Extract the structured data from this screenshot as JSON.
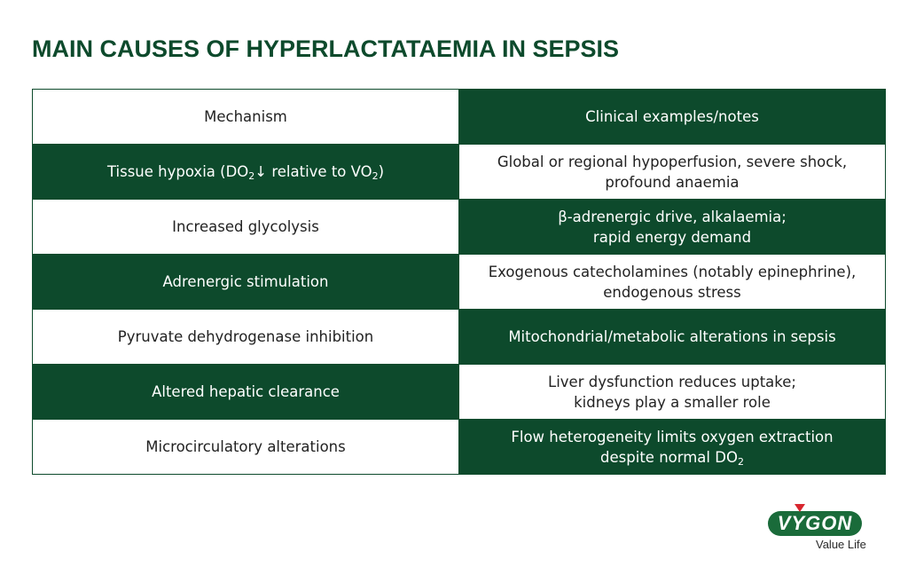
{
  "title": "MAIN CAUSES OF HYPERLACTATAEMIA IN SEPSIS",
  "table": {
    "headers": {
      "mechanism": "Mechanism",
      "notes": "Clinical examples/notes"
    },
    "rows": [
      {
        "mechanism": {
          "pre": "Tissue hypoxia (DO",
          "sub1": "2",
          "mid": "↓ relative to VO",
          "sub2": "2",
          "post": ")"
        },
        "notes": {
          "line1": "Global or regional hypoperfusion, severe shock,",
          "line2": "profound anaemia"
        }
      },
      {
        "mechanism": {
          "text": "Increased glycolysis"
        },
        "notes": {
          "line1": "β-adrenergic drive, alkalaemia;",
          "line2": "rapid energy demand"
        }
      },
      {
        "mechanism": {
          "text": "Adrenergic stimulation"
        },
        "notes": {
          "line1": "Exogenous catecholamines (notably epinephrine),",
          "line2": "endogenous stress"
        }
      },
      {
        "mechanism": {
          "text": "Pyruvate dehydrogenase inhibition"
        },
        "notes": {
          "line1": "Mitochondrial/metabolic alterations in sepsis"
        }
      },
      {
        "mechanism": {
          "text": "Altered hepatic clearance"
        },
        "notes": {
          "line1": "Liver dysfunction reduces uptake;",
          "line2": "kidneys play a smaller role"
        }
      },
      {
        "mechanism": {
          "text": "Microcirculatory alterations"
        },
        "notes": {
          "line1": "Flow heterogeneity limits oxygen extraction",
          "line2_pre": "despite normal DO",
          "line2_sub": "2"
        }
      }
    ]
  },
  "logo": {
    "brand": "VYGON",
    "tagline": "Value Life"
  },
  "colors": {
    "dark_green": "#0d4a2c",
    "logo_green": "#1a6b3a",
    "logo_accent_red": "#d8262e",
    "text_dark": "#222222"
  }
}
